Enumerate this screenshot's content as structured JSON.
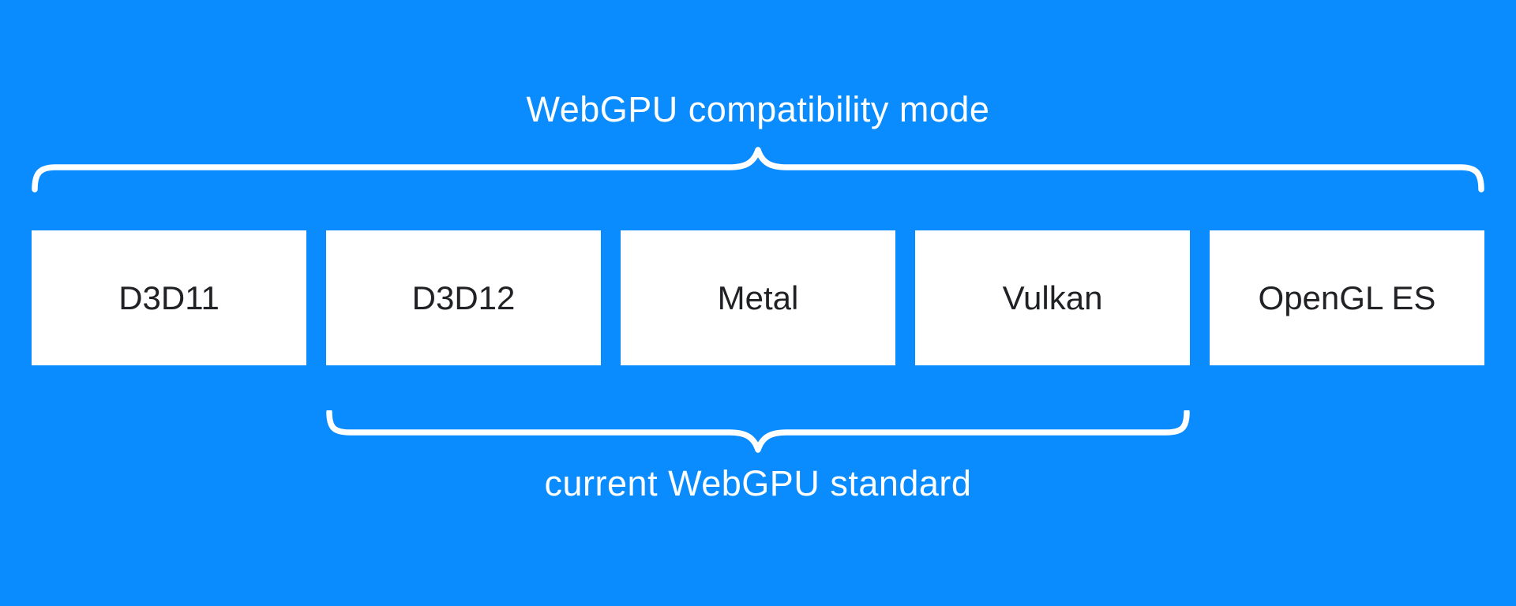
{
  "diagram": {
    "title": "WebGPU compatibility mode",
    "subtitle": "current WebGPU standard",
    "boxes": [
      {
        "label": "D3D11"
      },
      {
        "label": "D3D12"
      },
      {
        "label": "Metal"
      },
      {
        "label": "Vulkan"
      },
      {
        "label": "OpenGL ES"
      }
    ],
    "groups": {
      "compatibility_mode_members": [
        "D3D11",
        "D3D12",
        "Metal",
        "Vulkan",
        "OpenGL ES"
      ],
      "current_standard_members": [
        "D3D12",
        "Metal",
        "Vulkan"
      ]
    },
    "colors": {
      "background": "#0a8cff",
      "box_fill": "#ffffff",
      "box_text": "#202124",
      "label_text": "#ffffff",
      "brace_stroke": "#ffffff"
    }
  }
}
